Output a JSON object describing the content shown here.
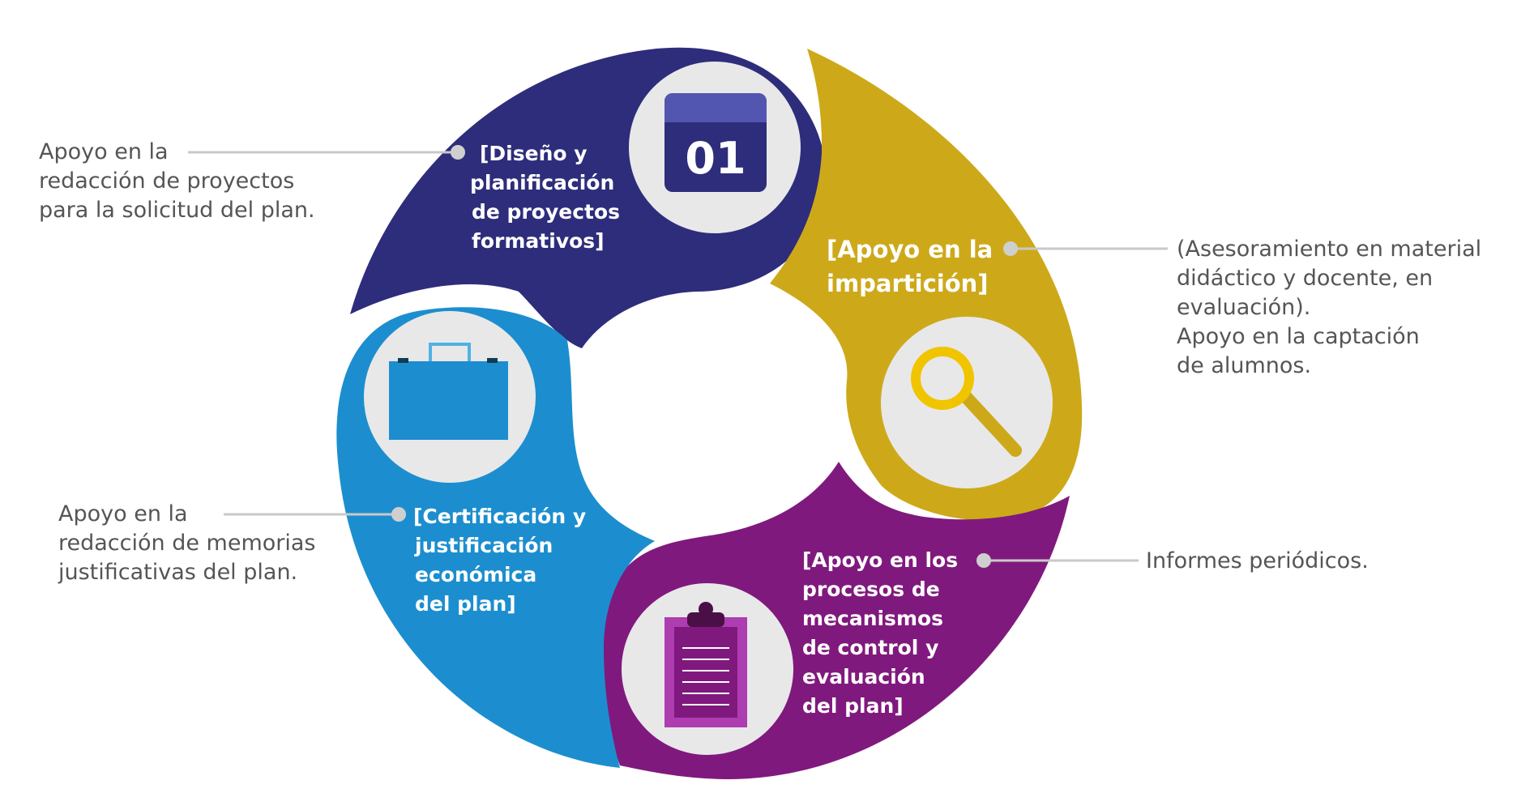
{
  "colors": {
    "navy": "#2E2D7B",
    "gold": "#CDA91A",
    "blue": "#1C8ECF",
    "purple": "#80197D",
    "icon_circle": "#E8E8E9",
    "note_text": "#555555",
    "connector": "#C9C9C9"
  },
  "segments": {
    "design": {
      "icon": "calendar-icon",
      "calendar_number": "01",
      "lines": [
        "[Diseño y",
        "planificación",
        "de proyectos",
        "formativos]"
      ]
    },
    "teaching": {
      "icon": "magnifier-icon",
      "lines": [
        "[Apoyo en la",
        "impartición]"
      ]
    },
    "control": {
      "icon": "clipboard-icon",
      "lines": [
        "[Apoyo en los",
        "procesos de",
        "mecanismos",
        "de control y",
        "evaluación",
        "del plan]"
      ]
    },
    "certification": {
      "icon": "briefcase-icon",
      "lines": [
        "[Certificación y",
        "justificación",
        "económica",
        "del plan]"
      ]
    }
  },
  "notes": {
    "design": [
      "Apoyo en la",
      "redacción de proyectos",
      "para la solicitud del plan."
    ],
    "teaching": [
      "(Asesoramiento en material",
      "didáctico y docente, en",
      "evaluación).",
      "Apoyo en la captación",
      "de alumnos."
    ],
    "control": [
      "Informes periódicos."
    ],
    "certification": [
      "Apoyo en la",
      "redacción de memorias",
      "justificativas del plan."
    ]
  }
}
